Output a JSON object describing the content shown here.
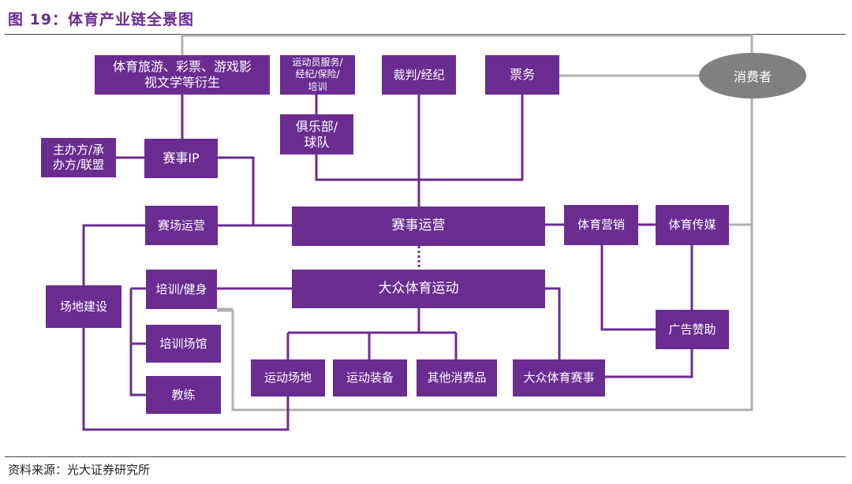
{
  "figure": {
    "title": "图 19：体育产业链全景图",
    "source": "资料来源：光大证券研究所"
  },
  "colors": {
    "box": "#6a2c91",
    "line_purple": "#6a2c91",
    "line_gray": "#b0b0b0",
    "consumer": "#808080"
  },
  "nodes": {
    "tourism": "体育旅游、彩票、游戏影\n视文学等衍生",
    "athlete_services": "运动员服务/\n经纪/保险/\n培训",
    "referee": "裁判/经纪",
    "ticketing": "票务",
    "consumer": "消费者",
    "club": "俱乐部/\n球队",
    "organizer": "主办方/承\n办方/联盟",
    "event_ip": "赛事IP",
    "venue_ops": "赛场运营",
    "event_ops": "赛事运营",
    "sports_marketing": "体育营销",
    "sports_media": "体育传媒",
    "training_fitness": "培训/健身",
    "mass_sports": "大众体育运动",
    "venue_construction": "场地建设",
    "training_venue": "培训场馆",
    "coach": "教练",
    "ad_sponsor": "广告赞助",
    "sports_field": "运动场地",
    "sports_equipment": "运动装备",
    "other_consumables": "其他消费品",
    "mass_events": "大众体育赛事"
  }
}
